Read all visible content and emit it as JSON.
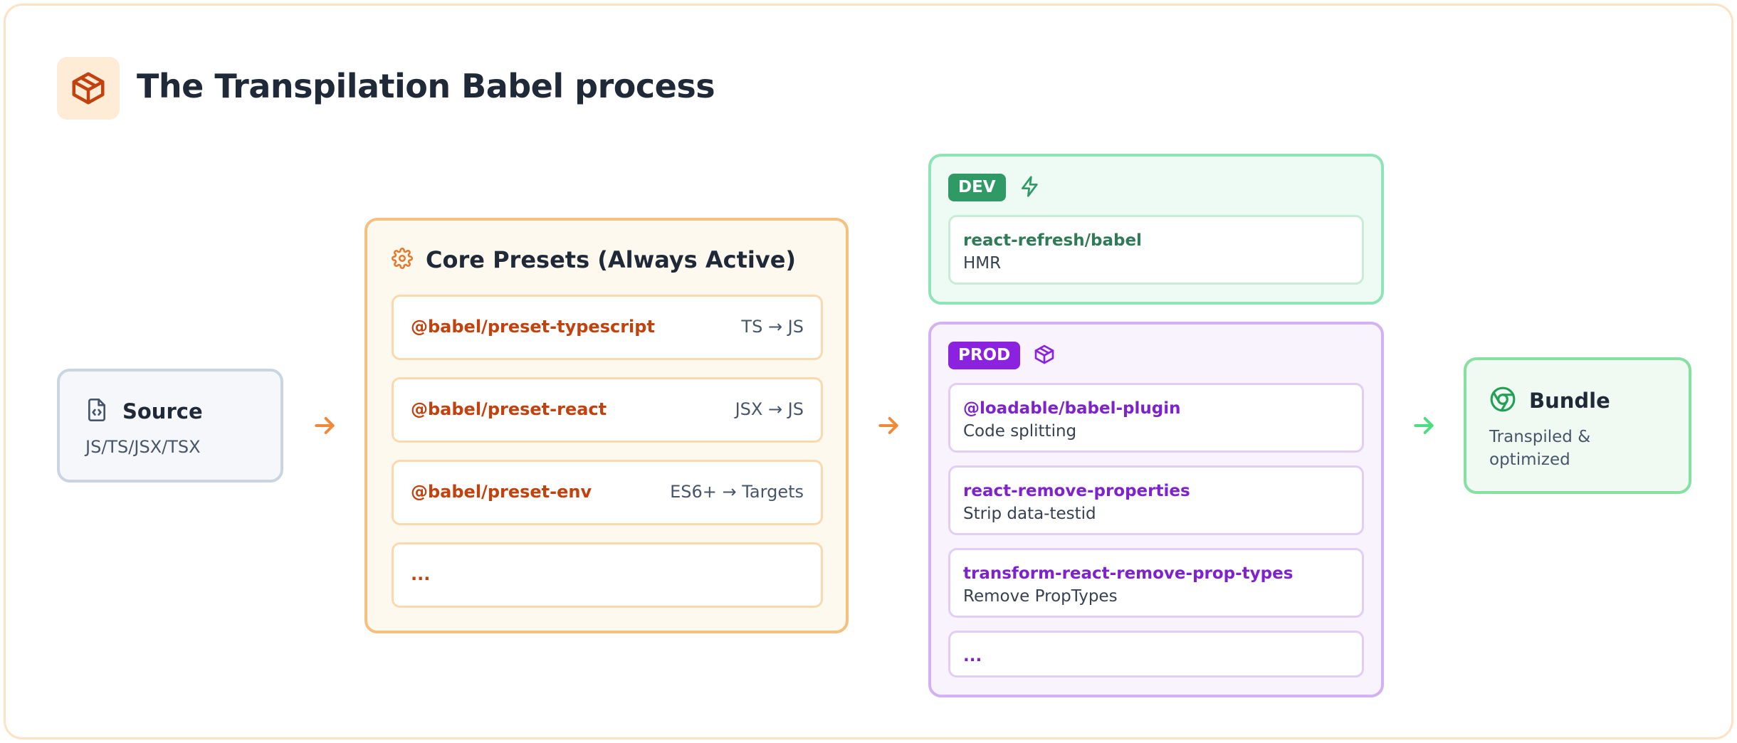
{
  "title": "The Transpilation Babel process",
  "source": {
    "label": "Source",
    "subtitle": "JS/TS/JSX/TSX",
    "icon": "code-file-icon"
  },
  "core": {
    "label": "Core Presets (Always Active)",
    "icon": "gear-icon",
    "presets": [
      {
        "name": "@babel/preset-typescript",
        "transform": "TS → JS"
      },
      {
        "name": "@babel/preset-react",
        "transform": "JSX → JS"
      },
      {
        "name": "@babel/preset-env",
        "transform": "ES6+ → Targets"
      },
      {
        "name": "...",
        "transform": ""
      }
    ]
  },
  "dev": {
    "badge": "DEV",
    "icon": "lightning-icon",
    "plugins": [
      {
        "name": "react-refresh/babel",
        "desc": "HMR"
      }
    ]
  },
  "prod": {
    "badge": "PROD",
    "icon": "package-icon",
    "plugins": [
      {
        "name": "@loadable/babel-plugin",
        "desc": "Code splitting"
      },
      {
        "name": "react-remove-properties",
        "desc": "Strip data-testid"
      },
      {
        "name": "transform-react-remove-prop-types",
        "desc": "Remove PropTypes"
      },
      {
        "name": "...",
        "desc": ""
      }
    ]
  },
  "bundle": {
    "label": "Bundle",
    "subtitle": "Transpiled & optimized",
    "icon": "chrome-icon"
  },
  "colors": {
    "core_accent": "#c2410c",
    "core_arrow": "#f08a3a",
    "dev_accent": "#2f9a66",
    "prod_accent": "#8b22e0",
    "bundle_accent": "#22a055"
  }
}
